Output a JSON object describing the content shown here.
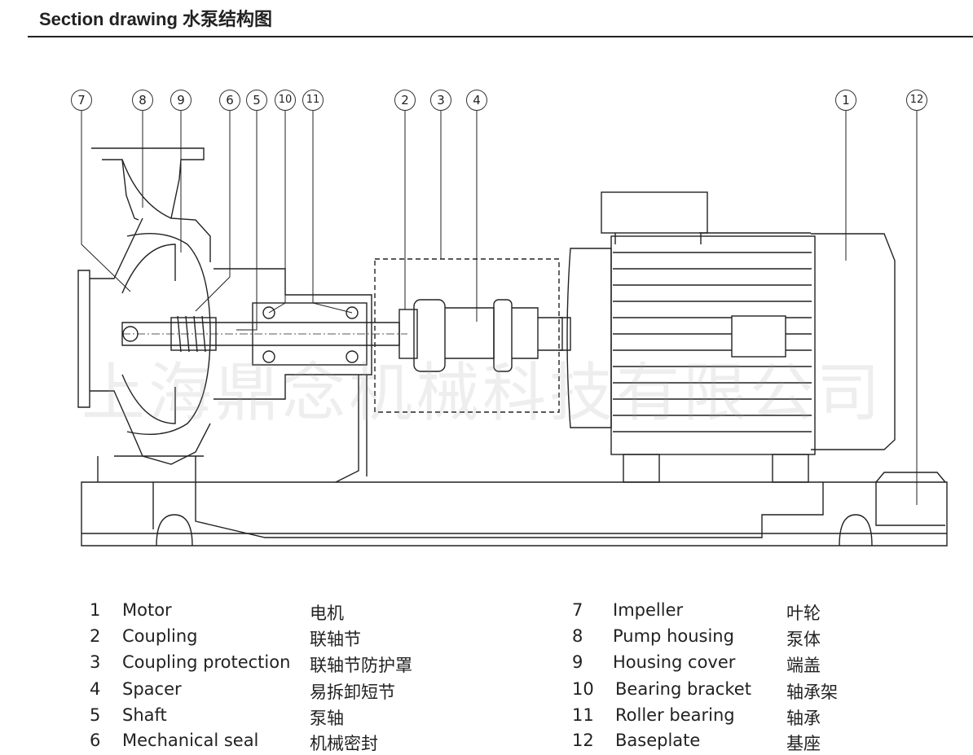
{
  "header": {
    "title": "Section drawing 水泵结构图"
  },
  "callouts": [
    {
      "id": "7",
      "label": "7"
    },
    {
      "id": "8",
      "label": "8"
    },
    {
      "id": "9",
      "label": "9"
    },
    {
      "id": "6",
      "label": "6"
    },
    {
      "id": "5",
      "label": "5"
    },
    {
      "id": "10",
      "label": "10"
    },
    {
      "id": "11",
      "label": "11"
    },
    {
      "id": "2",
      "label": "2"
    },
    {
      "id": "3",
      "label": "3"
    },
    {
      "id": "4",
      "label": "4"
    },
    {
      "id": "1",
      "label": "1"
    },
    {
      "id": "12",
      "label": "12"
    }
  ],
  "legend": {
    "left": [
      {
        "num": "1",
        "en": "Motor",
        "cn": "电机"
      },
      {
        "num": "2",
        "en": "Coupling",
        "cn": "联轴节"
      },
      {
        "num": "3",
        "en": "Coupling protection",
        "cn": "联轴节防护罩"
      },
      {
        "num": "4",
        "en": "Spacer",
        "cn": "易拆卸短节"
      },
      {
        "num": "5",
        "en": "Shaft",
        "cn": "泵轴"
      },
      {
        "num": "6",
        "en": "Mechanical seal",
        "cn": "机械密封"
      }
    ],
    "right": [
      {
        "num": "7",
        "en": "Impeller",
        "cn": "叶轮"
      },
      {
        "num": "8",
        "en": "Pump housing",
        "cn": "泵体"
      },
      {
        "num": "9",
        "en": "Housing cover",
        "cn": "端盖"
      },
      {
        "num": "10",
        "en": "Bearing bracket",
        "cn": "轴承架"
      },
      {
        "num": "11",
        "en": "Roller bearing",
        "cn": "轴承"
      },
      {
        "num": "12",
        "en": "Baseplate",
        "cn": "基座"
      }
    ]
  },
  "watermark": "上海鼎念机械科技有限公司"
}
